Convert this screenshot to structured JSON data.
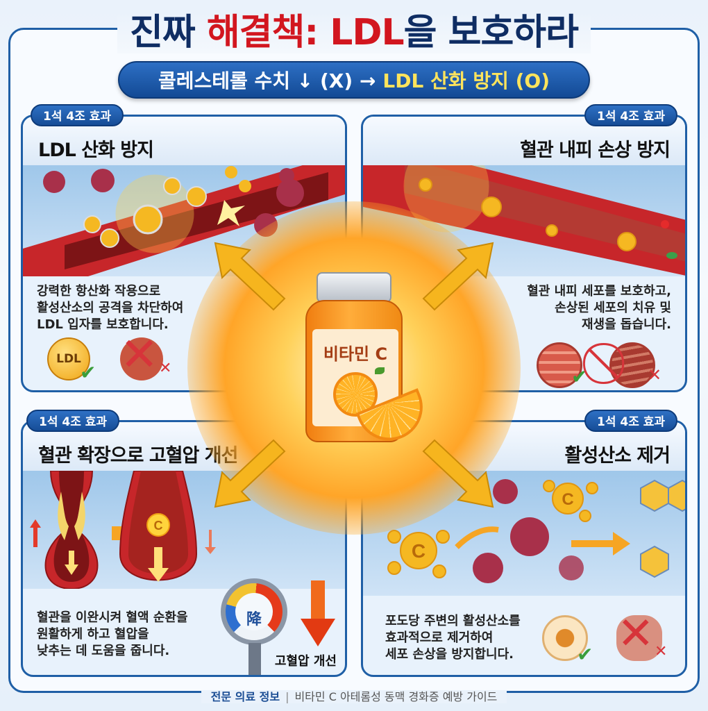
{
  "header": {
    "title_part1": "진짜 ",
    "title_part2": "해결책: LDL",
    "title_part3": "을 보호하라",
    "subtitle_left": "콜레스테롤 수치 ↓ (X) →",
    "subtitle_right": "LDL 산화 방지 (O)"
  },
  "center": {
    "bottle_label": "비타민 C"
  },
  "panels": [
    {
      "badge": "1석 4조 효과",
      "title": "LDL 산화 방지",
      "desc": [
        "강력한 항산화 작용으로",
        "활성산소의 공격을 차단하여",
        "LDL 입자를 보호합니다."
      ],
      "icon_good_label": "LDL"
    },
    {
      "badge": "1석 4조 효과",
      "title": "혈관 내피 손상 방지",
      "desc": [
        "혈관 내피 세포를 보호하고,",
        "손상된 세포의 치유 및",
        "재생을 돕습니다."
      ]
    },
    {
      "badge": "1석 4조 효과",
      "title": "혈관 확장으로 고혈압 개선",
      "desc": [
        "혈관을 이완시켜 혈액 순환을",
        "원활하게 하고 혈압을",
        "낮추는 데 도움을 줍니다."
      ],
      "gauge_label": "降",
      "arrow_label": "고혈압 개선"
    },
    {
      "badge": "1석 4조 효과",
      "title": "활성산소 제거",
      "desc": [
        "포도당 주변의 활성산소를",
        "효과적으로 제거하여",
        "세포 손상을 방지합니다."
      ]
    }
  ],
  "footer": {
    "source": "전문 의료 정보",
    "separator": "|",
    "guide": "비타민 C 아테롬성 동맥 경화증 예방 가이드"
  },
  "colors": {
    "navy": "#0f2d63",
    "red": "#d2161f",
    "blue_border": "#1f5fa6",
    "accent_yellow": "#ffe45c",
    "vitamin_orange": "#f28a12"
  }
}
